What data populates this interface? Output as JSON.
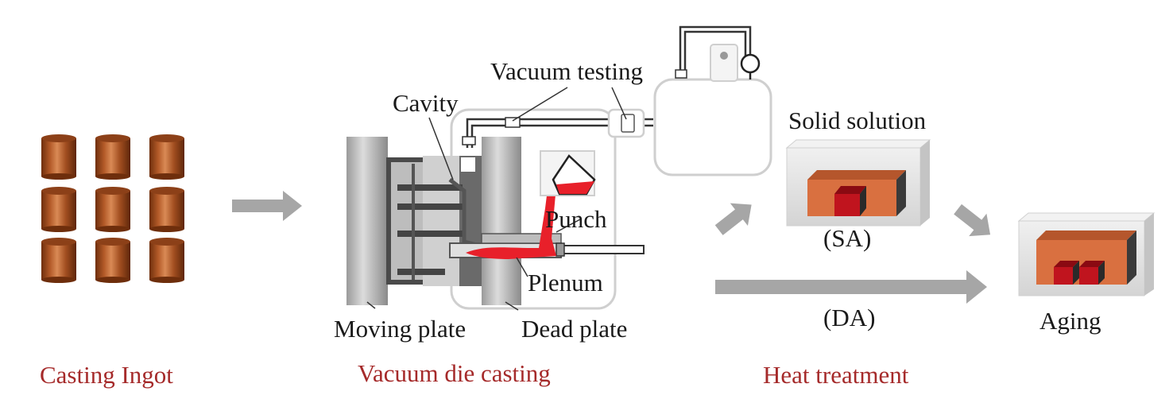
{
  "colors": {
    "caption": "#a52a2a",
    "text": "#1a1a1a",
    "arrow": "#a6a6a6",
    "ingot_dark": "#7a3610",
    "ingot_mid": "#b35a28",
    "ingot_light": "#d98a55",
    "melt": "#e8202a",
    "precipitate": "#c0141e",
    "matrix": "#d97040",
    "box": "#e6e6e6"
  },
  "icons": {
    "ingot": "cylinder-ingot-icon",
    "ladle": "ladle-icon",
    "pump": "vacuum-pump-icon",
    "gauge": "gauge-icon",
    "valve": "valve-icon"
  },
  "captions": {
    "casting_ingot": "Casting Ingot",
    "vacuum_die_casting": "Vacuum die casting",
    "heat_treatment": "Heat treatment"
  },
  "labels": {
    "vacuum_testing": "Vacuum testing",
    "cavity": "Cavity",
    "punch": "Punch",
    "plenum": "Plenum",
    "moving_plate": "Moving plate",
    "dead_plate": "Dead plate",
    "solid_solution": "Solid solution",
    "sa": "(SA)",
    "da": "(DA)",
    "aging": "Aging"
  }
}
